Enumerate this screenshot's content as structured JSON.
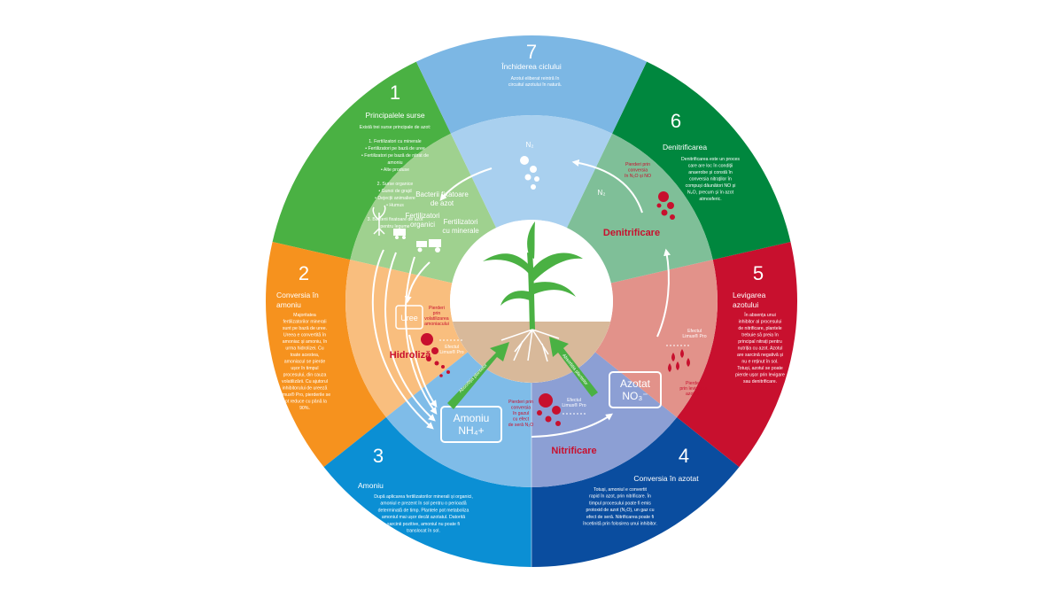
{
  "colors": {
    "s1": "#4ab143",
    "s2": "#f6921e",
    "s3": "#0b8fd4",
    "s4": "#0a4d9f",
    "s5": "#c8102e",
    "s6": "#00873e",
    "s7": "#7cb7e4",
    "loss_red": "#c8102e"
  },
  "sectors": {
    "s1": {
      "num": "1",
      "title": "Principalele surse",
      "lines": [
        "Există trei surse principale de azot:",
        "",
        "1. Fertilizatori cu minerale",
        "• Fertilizatori pe bază de uree",
        "• Fertilizatori pe bază de nitrat de",
        "amoniu",
        "• Alte produse",
        "",
        "2. Surse organice",
        "• Gunoi de grajd",
        "• Dejecții animaliere",
        "• Humus",
        "",
        "3. Bacterii fixatoare de azot",
        "pentru legume"
      ]
    },
    "s2": {
      "num": "2",
      "title_lines": [
        "Conversia în",
        "amoniu"
      ],
      "lines": [
        "Majoritatea",
        "fertilizatorilor minerali",
        "sunt pe bază de uree.",
        "Ureea e convertită în",
        "amoniac și amoniu, în",
        "urma hidrolizei. Cu",
        "toate acestea,",
        "amoniacul se pierde",
        "ușor în timpul",
        "procesului, din cauza",
        "volatilizării. Cu ajutorul",
        "inhibitorului de ureeză",
        "Limus® Pro, pierderile se",
        "pot reduce cu până la",
        "90%."
      ]
    },
    "s3": {
      "num": "3",
      "title": "Amoniu",
      "lines": [
        "După aplicarea fertilizatorilor minerali și organici,",
        "amoniul e prezent în sol pentru o perioadă",
        "determinată de timp. Plantele pot metaboliza",
        "amoniul mai ușor decât azotatul. Datorită",
        "sarcinii pozitive, amoniul nu poate fi",
        "translocat în sol."
      ]
    },
    "s4": {
      "num": "4",
      "title": "Conversia în azotat",
      "lines": [
        "Totuși, amoniul e convertit",
        "rapid în azot, prin nitrificare. În",
        "timpul procesului poate fi emis",
        "protoxid de azot (N₂O), un gaz cu",
        "efect de seră. Nitrificarea poate fi",
        "încetinită prin folosirea unui inhibitor."
      ]
    },
    "s5": {
      "num": "5",
      "title_lines": [
        "Levigarea",
        "azotului"
      ],
      "lines": [
        "În absența unui",
        "inhibitor al procesului",
        "de nitrificare, plantele",
        "trebuie să preia în",
        "principal nitrați pentru",
        "nutriția cu azot. Azotul",
        "are sarcină negativă și",
        "nu e reținut în sol.",
        "Totuși, azotul se poate",
        "pierde ușor prin levigare",
        "sau denitrificare."
      ]
    },
    "s6": {
      "num": "6",
      "title": "Denitrificarea",
      "lines": [
        "Denitrificarea este un proces",
        "care are loc în condiții",
        "anaerobe și constă în",
        "conversia nitraților în",
        "compuși dăunători NO și",
        "N₂O, precum și în azot",
        "atmosferic."
      ]
    },
    "s7": {
      "num": "7",
      "title": "Închiderea ciclului",
      "lines": [
        "Azotul eliberat reintră în",
        "circuitul azotului în natură."
      ]
    }
  },
  "inner": {
    "n2_top": "N₂",
    "n2_right": "N₂",
    "bacteria": [
      "Bacterii fixatoare",
      "de azot"
    ],
    "organic": [
      "Fertilizatori",
      "organici"
    ],
    "mineral": [
      "Fertilizatori",
      "cu minerale"
    ],
    "uree": "Uree",
    "losses_volatilization": [
      "Pierderi",
      "prin",
      "volatilizarea",
      "amoniacului"
    ],
    "hidroliza": "Hidroliză",
    "effect_limus_1": [
      "Efectul",
      "Limus® Pro"
    ],
    "amoniu_box": [
      "Amoniu",
      "NH₄+"
    ],
    "losses_gas": [
      "Pierderi prin",
      "conversia",
      "în gazul",
      "cu efect",
      "de seră N₂O"
    ],
    "effect_limus_2": [
      "Efectul",
      "Limus® Pro"
    ],
    "nitrificare": "Nitrificare",
    "azotat_box": [
      "Azotat",
      "NO₃⁻"
    ],
    "losses_leaching": [
      "Pierderi",
      "prin levigarea",
      "azotului"
    ],
    "effect_limus_3": [
      "Efectul",
      "Limus® Pro"
    ],
    "denitrificare": "Denitrificare",
    "losses_denit": [
      "Pierderi prin",
      "conversia",
      "în N₂O și NO"
    ],
    "uptake_left": "Absorbția plantelor",
    "uptake_right": "Absorbția plantelor"
  }
}
